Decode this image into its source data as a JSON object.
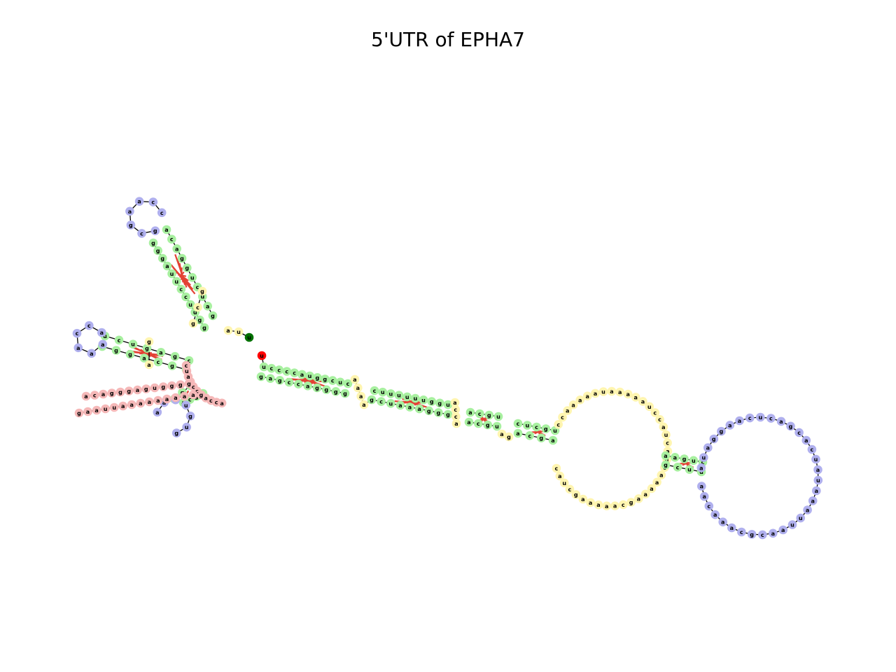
{
  "title": "5'UTR of EPHA7",
  "colors": {
    "stem": "#a8f0a0",
    "hairpin_loop": "#b0b0ee",
    "interior_loop": "#fff5b0",
    "multi_loop": "#f5b8b8",
    "pair_bond": "#e34234",
    "backbone": "#000000",
    "five_prime_end": "#007000",
    "three_prime_end": "#ff0000"
  },
  "ends": {
    "five_prime": "u",
    "three_prime": "u"
  },
  "elements": {
    "stem_right": {
      "left": "uccccauggcuc",
      "right": "ggggaccgag"
    },
    "stem_right_loop": "aaaa",
    "stem_mid": {
      "left": "cuuuuuuggu",
      "right": "gggaaaucg"
    },
    "stem_mid_loop": "acca",
    "stem_small": {
      "left": "acgu",
      "right": "ugca"
    },
    "stem_small_loop": "ag",
    "stem_b": {
      "left": "cucgu",
      "right": "agca"
    },
    "big_loop": "ccaaaaauaaaaauccaucaucaaaaagcaaaaagcuac",
    "stem_tip": {
      "left": "aaguc",
      "right": "uucg"
    },
    "terminal_loop": "auaggaacucagcacuauaaauuaacgcaaacaa",
    "branch_top_stem": {
      "left": "gguuccuuaggg",
      "right": "gaucuggaca"
    },
    "branch_top_side": "gcg",
    "branch_top_loop": "gcgaacc",
    "branch_left_stem": {
      "left": "cgagucu",
      "right": "ugcagga"
    },
    "branch_left_mid": "ga",
    "branch_left_loop": "aaacca",
    "branch_bottom_stem": {
      "left": "ggca",
      "right": "uga"
    },
    "branch_bottom_loop": "aacugug",
    "multiloop_a": "accagccgauc",
    "long_arm": "ggggugagggacaaaaaaaaaauuaag",
    "connector": "ua"
  }
}
